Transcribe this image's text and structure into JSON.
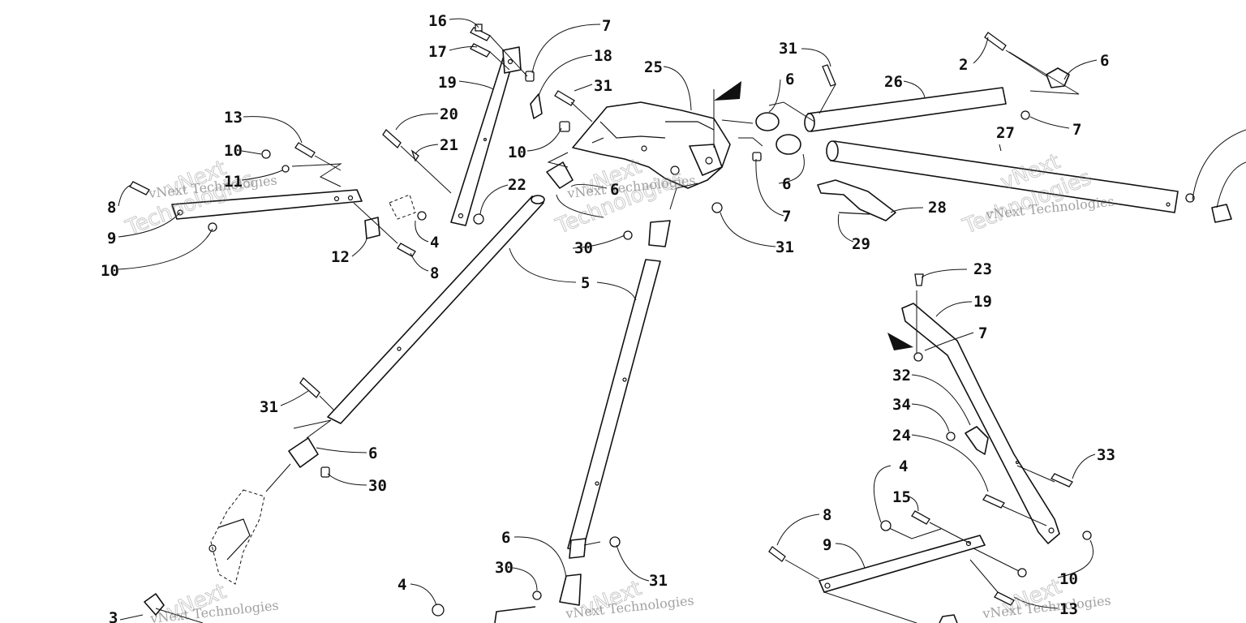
{
  "callouts": [
    {
      "id": "c16a",
      "label": "16"
    },
    {
      "id": "c7a",
      "label": "7"
    },
    {
      "id": "c17",
      "label": "17"
    },
    {
      "id": "c18",
      "label": "18"
    },
    {
      "id": "c19a",
      "label": "19"
    },
    {
      "id": "c31a",
      "label": "31"
    },
    {
      "id": "c25",
      "label": "25"
    },
    {
      "id": "c31b",
      "label": "31"
    },
    {
      "id": "c6a",
      "label": "6"
    },
    {
      "id": "c26",
      "label": "26"
    },
    {
      "id": "c2",
      "label": "2"
    },
    {
      "id": "c6b",
      "label": "6"
    },
    {
      "id": "c7b",
      "label": "7"
    },
    {
      "id": "c27",
      "label": "27"
    },
    {
      "id": "c13a",
      "label": "13"
    },
    {
      "id": "c20",
      "label": "20"
    },
    {
      "id": "c21",
      "label": "21"
    },
    {
      "id": "c10a",
      "label": "10"
    },
    {
      "id": "c10b",
      "label": "10"
    },
    {
      "id": "c11",
      "label": "11"
    },
    {
      "id": "c8a",
      "label": "8"
    },
    {
      "id": "c9a",
      "label": "9"
    },
    {
      "id": "c10c",
      "label": "10"
    },
    {
      "id": "c12",
      "label": "12"
    },
    {
      "id": "c4a",
      "label": "4"
    },
    {
      "id": "c8b",
      "label": "8"
    },
    {
      "id": "c22",
      "label": "22"
    },
    {
      "id": "c6c",
      "label": "6"
    },
    {
      "id": "c30a",
      "label": "30"
    },
    {
      "id": "c5",
      "label": "5"
    },
    {
      "id": "c31c",
      "label": "31"
    },
    {
      "id": "c6d",
      "label": "6"
    },
    {
      "id": "c7c",
      "label": "7"
    },
    {
      "id": "c28",
      "label": "28"
    },
    {
      "id": "c29",
      "label": "29"
    },
    {
      "id": "c23",
      "label": "23"
    },
    {
      "id": "c19b",
      "label": "19"
    },
    {
      "id": "c7d",
      "label": "7"
    },
    {
      "id": "c32",
      "label": "32"
    },
    {
      "id": "c34",
      "label": "34"
    },
    {
      "id": "c24",
      "label": "24"
    },
    {
      "id": "c33",
      "label": "33"
    },
    {
      "id": "c31d",
      "label": "31"
    },
    {
      "id": "c6e",
      "label": "6"
    },
    {
      "id": "c30b",
      "label": "30"
    },
    {
      "id": "c4b",
      "label": "4"
    },
    {
      "id": "c15",
      "label": "15"
    },
    {
      "id": "c8c",
      "label": "8"
    },
    {
      "id": "c9b",
      "label": "9"
    },
    {
      "id": "c10d",
      "label": "10"
    },
    {
      "id": "c13b",
      "label": "13"
    },
    {
      "id": "c6f",
      "label": "6"
    },
    {
      "id": "c30c",
      "label": "30"
    },
    {
      "id": "c31e",
      "label": "31"
    },
    {
      "id": "c4c",
      "label": "4"
    },
    {
      "id": "c3",
      "label": "3"
    }
  ],
  "watermark": {
    "brand_line": "vNext Technologies",
    "big_line_1": "vNext",
    "big_line_2": "Technologies"
  }
}
